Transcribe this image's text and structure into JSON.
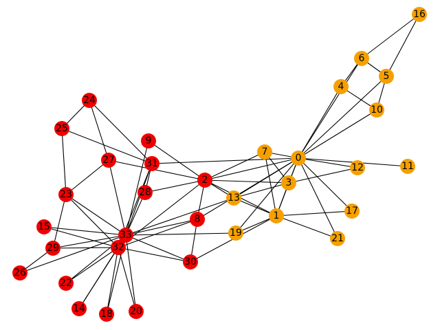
{
  "colors": {
    "group_a": "#f5a000",
    "group_b": "#f00000",
    "edge": "#000000",
    "label": "#000000"
  },
  "nodes": [
    {
      "id": "0",
      "group": "a"
    },
    {
      "id": "1",
      "group": "a"
    },
    {
      "id": "2",
      "group": "b"
    },
    {
      "id": "3",
      "group": "a"
    },
    {
      "id": "4",
      "group": "a"
    },
    {
      "id": "5",
      "group": "a"
    },
    {
      "id": "6",
      "group": "a"
    },
    {
      "id": "7",
      "group": "a"
    },
    {
      "id": "8",
      "group": "b"
    },
    {
      "id": "9",
      "group": "b"
    },
    {
      "id": "10",
      "group": "a"
    },
    {
      "id": "11",
      "group": "a"
    },
    {
      "id": "12",
      "group": "a"
    },
    {
      "id": "13",
      "group": "a"
    },
    {
      "id": "14",
      "group": "b"
    },
    {
      "id": "15",
      "group": "b"
    },
    {
      "id": "16",
      "group": "a"
    },
    {
      "id": "17",
      "group": "a"
    },
    {
      "id": "18",
      "group": "b"
    },
    {
      "id": "19",
      "group": "a"
    },
    {
      "id": "20",
      "group": "b"
    },
    {
      "id": "21",
      "group": "a"
    },
    {
      "id": "22",
      "group": "b"
    },
    {
      "id": "23",
      "group": "b"
    },
    {
      "id": "24",
      "group": "b"
    },
    {
      "id": "25",
      "group": "b"
    },
    {
      "id": "26",
      "group": "b"
    },
    {
      "id": "27",
      "group": "b"
    },
    {
      "id": "28",
      "group": "b"
    },
    {
      "id": "29",
      "group": "b"
    },
    {
      "id": "30",
      "group": "b"
    },
    {
      "id": "31",
      "group": "b"
    },
    {
      "id": "32",
      "group": "b"
    },
    {
      "id": "33",
      "group": "b"
    }
  ],
  "edges": [
    [
      "0",
      "1"
    ],
    [
      "0",
      "2"
    ],
    [
      "0",
      "3"
    ],
    [
      "0",
      "4"
    ],
    [
      "0",
      "5"
    ],
    [
      "0",
      "6"
    ],
    [
      "0",
      "7"
    ],
    [
      "0",
      "8"
    ],
    [
      "0",
      "10"
    ],
    [
      "0",
      "11"
    ],
    [
      "0",
      "12"
    ],
    [
      "0",
      "13"
    ],
    [
      "0",
      "17"
    ],
    [
      "0",
      "19"
    ],
    [
      "0",
      "21"
    ],
    [
      "0",
      "31"
    ],
    [
      "1",
      "2"
    ],
    [
      "1",
      "3"
    ],
    [
      "1",
      "7"
    ],
    [
      "1",
      "13"
    ],
    [
      "1",
      "17"
    ],
    [
      "1",
      "19"
    ],
    [
      "1",
      "21"
    ],
    [
      "1",
      "30"
    ],
    [
      "2",
      "3"
    ],
    [
      "2",
      "7"
    ],
    [
      "2",
      "8"
    ],
    [
      "2",
      "9"
    ],
    [
      "2",
      "13"
    ],
    [
      "2",
      "27"
    ],
    [
      "2",
      "28"
    ],
    [
      "2",
      "32"
    ],
    [
      "3",
      "7"
    ],
    [
      "3",
      "12"
    ],
    [
      "3",
      "13"
    ],
    [
      "4",
      "6"
    ],
    [
      "4",
      "10"
    ],
    [
      "5",
      "6"
    ],
    [
      "5",
      "10"
    ],
    [
      "5",
      "16"
    ],
    [
      "6",
      "16"
    ],
    [
      "8",
      "30"
    ],
    [
      "8",
      "32"
    ],
    [
      "8",
      "33"
    ],
    [
      "9",
      "33"
    ],
    [
      "13",
      "33"
    ],
    [
      "14",
      "32"
    ],
    [
      "14",
      "33"
    ],
    [
      "15",
      "32"
    ],
    [
      "15",
      "33"
    ],
    [
      "18",
      "32"
    ],
    [
      "18",
      "33"
    ],
    [
      "19",
      "33"
    ],
    [
      "20",
      "32"
    ],
    [
      "20",
      "33"
    ],
    [
      "22",
      "32"
    ],
    [
      "22",
      "33"
    ],
    [
      "23",
      "25"
    ],
    [
      "23",
      "27"
    ],
    [
      "23",
      "29"
    ],
    [
      "23",
      "32"
    ],
    [
      "23",
      "33"
    ],
    [
      "24",
      "25"
    ],
    [
      "24",
      "27"
    ],
    [
      "24",
      "31"
    ],
    [
      "25",
      "31"
    ],
    [
      "26",
      "29"
    ],
    [
      "26",
      "33"
    ],
    [
      "27",
      "33"
    ],
    [
      "28",
      "31"
    ],
    [
      "28",
      "33"
    ],
    [
      "29",
      "32"
    ],
    [
      "29",
      "33"
    ],
    [
      "30",
      "32"
    ],
    [
      "30",
      "33"
    ],
    [
      "31",
      "32"
    ],
    [
      "31",
      "33"
    ],
    [
      "32",
      "33"
    ]
  ]
}
